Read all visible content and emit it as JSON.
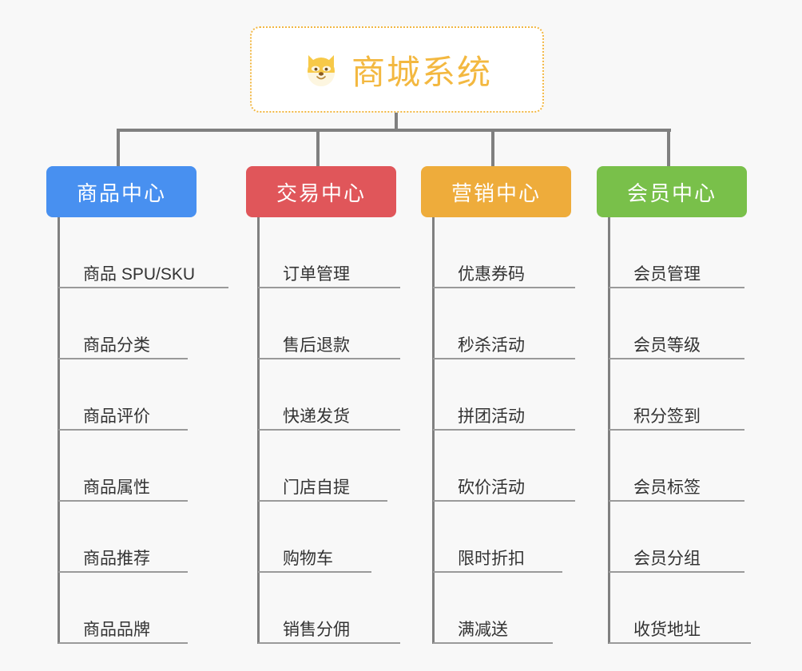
{
  "diagram": {
    "type": "org-tree",
    "background_color": "#f8f8f8",
    "root": {
      "icon": "shiba-dog-face-emoji",
      "title": "商城系统",
      "title_color": "#f3b840",
      "border_color": "#f2b743",
      "border_style": "dotted"
    },
    "branches": [
      {
        "label": "商品中心",
        "color": "#4890f0",
        "children": [
          "商品 SPU/SKU",
          "商品分类",
          "商品评价",
          "商品属性",
          "商品推荐",
          "商品品牌"
        ]
      },
      {
        "label": "交易中心",
        "color": "#e0565a",
        "children": [
          "订单管理",
          "售后退款",
          "快递发货",
          "门店自提",
          "购物车",
          "销售分佣"
        ]
      },
      {
        "label": "营销中心",
        "color": "#eeac3b",
        "children": [
          "优惠券码",
          "秒杀活动",
          "拼团活动",
          "砍价活动",
          "限时折扣",
          "满减送"
        ]
      },
      {
        "label": "会员中心",
        "color": "#79c04a",
        "children": [
          "会员管理",
          "会员等级",
          "积分签到",
          "会员标签",
          "会员分组",
          "收货地址"
        ]
      }
    ],
    "connector_color": "#808080",
    "leaf_rule_color": "#9a9a9a",
    "leaf_text_color": "#333333"
  }
}
